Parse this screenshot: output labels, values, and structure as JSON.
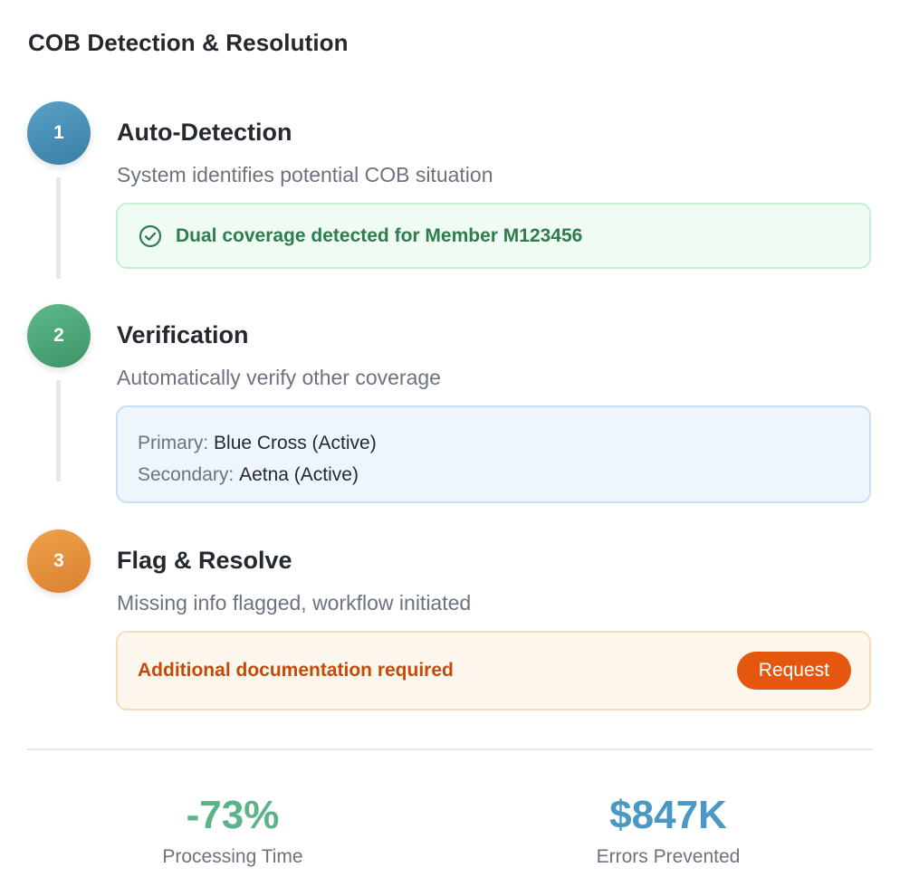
{
  "page": {
    "title": "COB Detection & Resolution"
  },
  "steps": [
    {
      "number": "1",
      "title": "Auto-Detection",
      "description": "System identifies potential COB situation",
      "result_text": "Dual coverage detected for Member M123456",
      "result_icon": "check-circle-icon",
      "color": "#4a90b8"
    },
    {
      "number": "2",
      "title": "Verification",
      "description": "Automatically verify other coverage",
      "coverage": [
        {
          "label": "Primary:",
          "value": "Blue Cross (Active)"
        },
        {
          "label": "Secondary:",
          "value": "Aetna (Active)"
        }
      ],
      "color": "#4caa78"
    },
    {
      "number": "3",
      "title": "Flag & Resolve",
      "description": "Missing info flagged, workflow initiated",
      "alert_text": "Additional documentation required",
      "action_label": "Request",
      "color": "#e8923d"
    }
  ],
  "stats": [
    {
      "value": "-73%",
      "label": "Processing Time",
      "color": "#5cb387"
    },
    {
      "value": "$847K",
      "label": "Errors Prevented",
      "color": "#4a98c4"
    }
  ],
  "colors": {
    "success_bg": "#f0fbf3",
    "info_bg": "#eff5fd",
    "warning_bg": "#fdf6ec",
    "action": "#e5560f"
  }
}
